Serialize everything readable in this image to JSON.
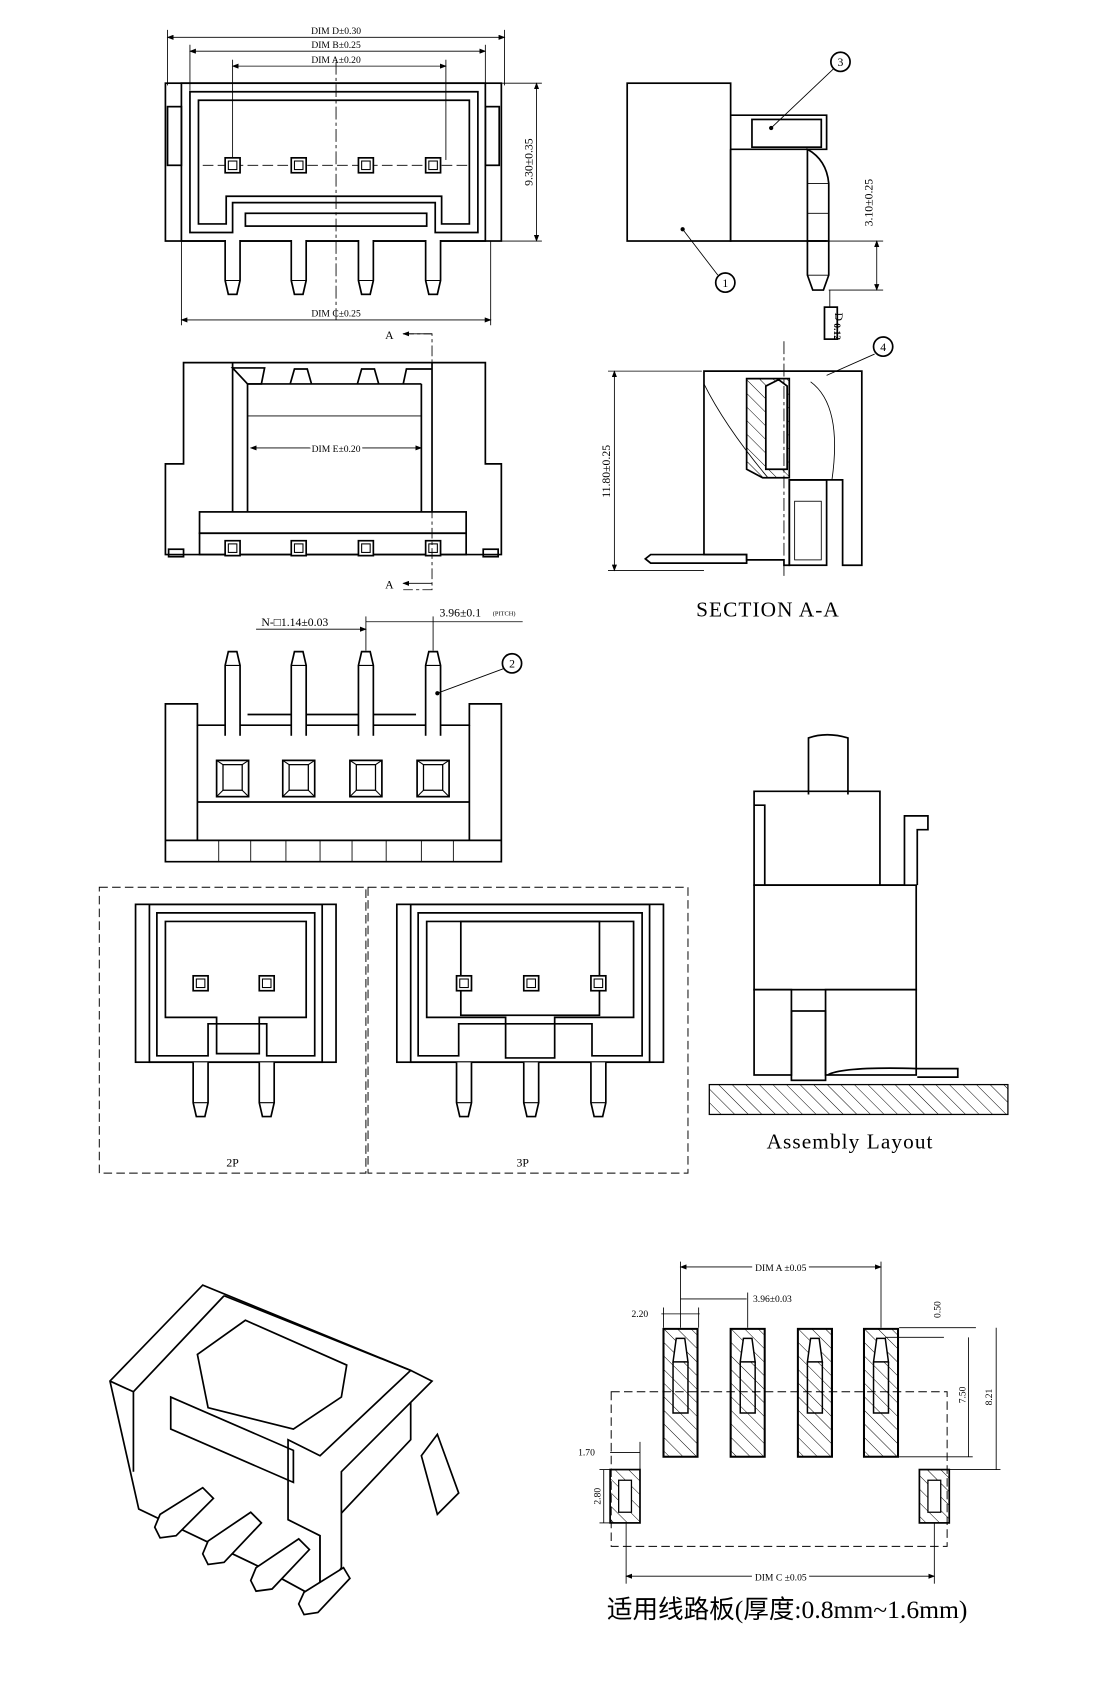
{
  "top_view": {
    "dim_d": "DIM D±0.30",
    "dim_b": "DIM B±0.25",
    "dim_a": "DIM A±0.20",
    "dim_c": "DIM C±0.25",
    "height": "9.30±0.35"
  },
  "side_view": {
    "balloon_3": "3",
    "balloon_1": "1",
    "pin_length": "3.10±0.25",
    "flatness_symbol": "D",
    "flatness_value": "0.12"
  },
  "front_view": {
    "dim_e": "DIM E±0.20",
    "section_mark_top": "A",
    "section_mark_bottom": "A"
  },
  "section": {
    "balloon_4": "4",
    "height": "11.80±0.25",
    "title": "SECTION A-A"
  },
  "bottom_view": {
    "pin_size": "N-□1.14±0.03",
    "pitch": "3.96±0.1",
    "pitch_note": "(PITCH)",
    "balloon_2": "2"
  },
  "variants": {
    "label_2p": "2P",
    "label_3p": "3P"
  },
  "assembly": {
    "title": "Assembly Layout"
  },
  "pcb_layout": {
    "dim_a": "DIM A ±0.05",
    "pitch": "3.96±0.03",
    "pad_width": "2.20",
    "offset": "0.50",
    "pad_span": "7.50",
    "total_span": "8.21",
    "side_pad_width": "1.70",
    "side_pad_height": "2.80",
    "dim_c": "DIM C ±0.05",
    "note": "适用线路板(厚度:0.8mm~1.6mm)"
  }
}
